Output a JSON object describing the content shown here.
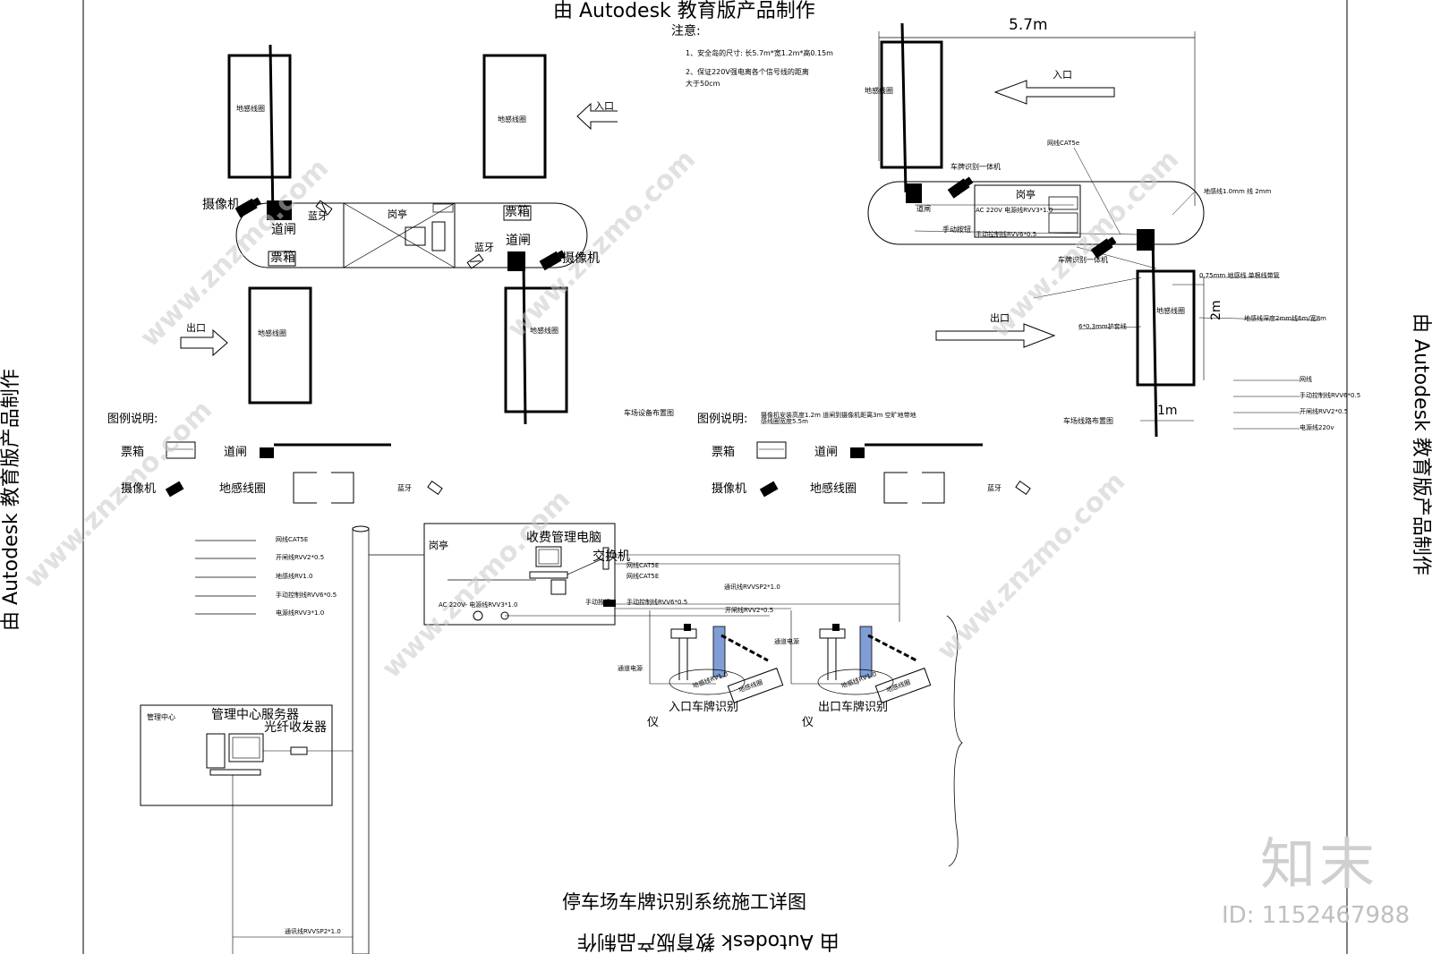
{
  "watermark": {
    "edu_top": "由 Autodesk 教育版产品制作",
    "edu_bottom": "由 Autodesk 教育版产品制作",
    "edu_left": "由 Autodesk 教育版产品制作",
    "edu_right": "由 Autodesk 教育版产品制作",
    "site": "www.znzmo.com",
    "brand": "知末",
    "id_label": "ID: 1152467988"
  },
  "notes": {
    "title": "注意:",
    "line1": "1、安全岛的尺寸: 长5.7m*宽1.2m*高0.15m",
    "line2": "2、保证220V强电离各个信号线的距离",
    "line3": "大于50cm"
  },
  "left_plan": {
    "loop_top_left": "地感线圈",
    "loop_top_right": "地感线圈",
    "loop_bottom_left": "地感线圈",
    "loop_bottom_right": "地感线圈",
    "entry": "入口",
    "exit": "出口",
    "camera_left": "摄像机",
    "camera_right": "摄像机",
    "barrier_left": "道闸",
    "barrier_right": "道闸",
    "bluetooth_left": "蓝牙",
    "bluetooth_right": "蓝牙",
    "booth": "岗亭",
    "ticket_left": "票箱",
    "ticket_right": "票箱",
    "plan_title": "车场设备布置图"
  },
  "right_plan": {
    "dim_length": "5.7m",
    "dim_2m": "2m",
    "dim_1m": "1m",
    "entry": "入口",
    "exit": "出口",
    "loop_top": "地感线圈",
    "loop_bottom": "地感线圈",
    "lpr_top": "车牌识别一体机",
    "lpr_bottom": "车牌识别一体机",
    "gate": "道闸",
    "booth": "岗亭",
    "power_note": "AC 220V 电源线RVV3*1.0",
    "control_note": "手动控制线RVV6*0.5",
    "manual_button": "手动按钮",
    "net_label": "网线CAT5e",
    "plan_title": "车场线路布置图",
    "callouts": [
      "网线",
      "手动控制线RVV6*0.5",
      "开闸线RVV2*0.5",
      "电源线220v",
      "地感线1.0mm 线 2mm",
      "地感线深度2mm线6m/宽8m",
      "6*0.3mm护套线",
      "0.75mm 地感线 单根线带管"
    ]
  },
  "legend_left": {
    "title": "图例说明:",
    "ticket": "票箱",
    "barrier": "道闸",
    "camera": "摄像机",
    "loop": "地感线圈",
    "bluetooth": "蓝牙"
  },
  "legend_right": {
    "title": "图例说明:",
    "ticket": "票箱",
    "barrier": "道闸",
    "camera": "摄像机",
    "loop": "地感线圈",
    "bluetooth": "蓝牙",
    "note": "摄像机安装高度1.2m 道闸到摄像机距离3m 空旷地带地感线圈宽度5.5m"
  },
  "system": {
    "cable_legend": [
      "网线CAT5E",
      "开闸线RVV2*0.5",
      "地感线RV1.0",
      "手动控制线RVV6*0.5",
      "电源线RVV3*1.0"
    ],
    "booth": "岗亭",
    "fee_pc": "收费管理电脑",
    "switch": "交换机",
    "power_label": "AC 220V- 电源线RVV3*1.0",
    "net1": "网线CAT5E",
    "net2": "网线CAT5E",
    "comm": "通讯线RVVSP2*1.0",
    "manual": "手动控制线RVV6*0.5",
    "gate_line": "开闸线RVV2*0.5",
    "manual_button": "手动按钮",
    "entry_lpr": "入口车牌识别",
    "exit_lpr": "出口车牌识别",
    "instrument": "仪",
    "power_unit": "通道电源",
    "entry_loop": "地感线圈",
    "exit_loop": "地感线圈",
    "entry_loop_wire": "地感线RV1.0",
    "exit_loop_wire": "地感线RV1.0",
    "center_box": "管理中心",
    "server": "管理中心服务器",
    "fiber": "光纤收发器",
    "comm_bottom": "通讯线RVVSP2*1.0"
  },
  "main_title": "停车场车牌识别系统施工详图"
}
